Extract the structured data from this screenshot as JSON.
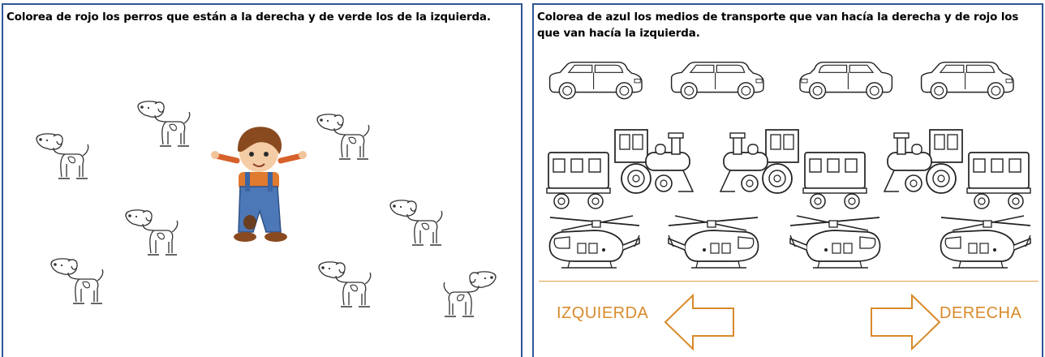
{
  "left": {
    "instruction": "Colorea de rojo los perros que están a la derecha y de verde los de la izquierda."
  },
  "right": {
    "instruction": "Colorea de azul los medios de transporte que van hacía la derecha y de rojo los que van hacía  la izquierda.",
    "label_left": "IZQUIERDA",
    "label_right": "DERECHA"
  },
  "colors": {
    "border": "#2f5597",
    "arrow": "#d98a2a",
    "accent": "#e3a24a"
  },
  "icons": [
    "dog-icon",
    "boy-icon",
    "car-icon",
    "train-icon",
    "helicopter-icon",
    "arrow-left-icon",
    "arrow-right-icon"
  ]
}
